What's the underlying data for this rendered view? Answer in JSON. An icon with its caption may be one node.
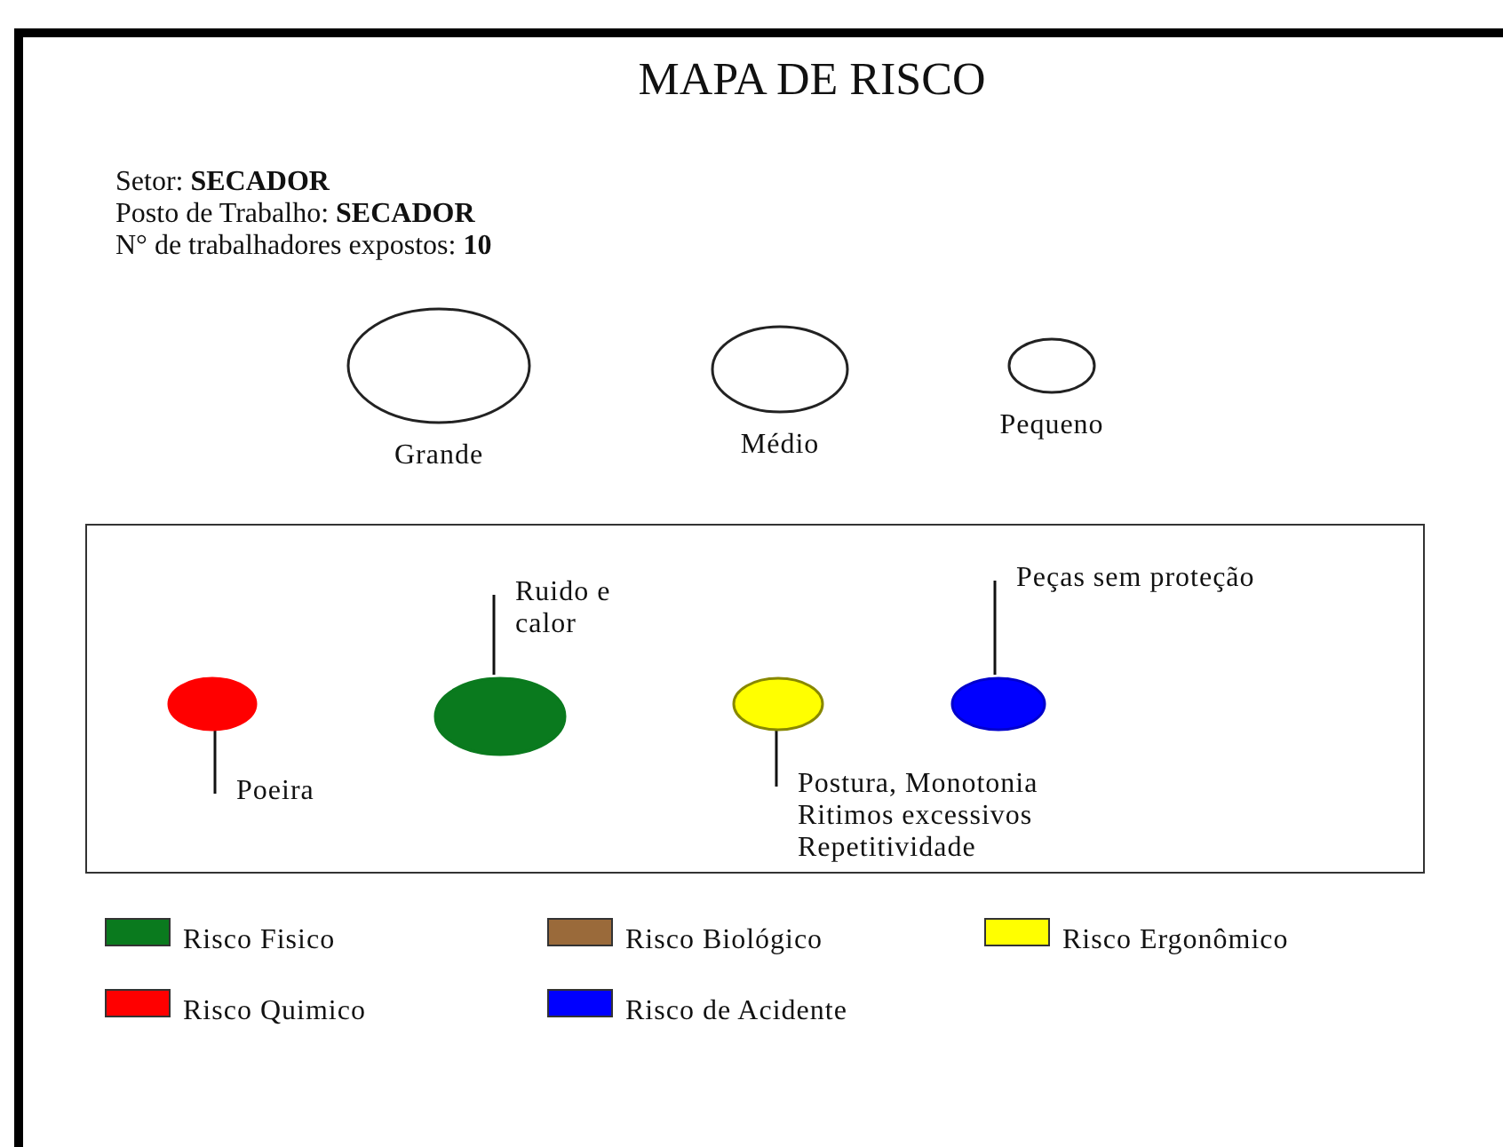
{
  "diagram": {
    "title": "MAPA DE RISCO",
    "nodes": [
      {
        "text": [],
        "shape": "circle",
        "beside": [
          "Grande"
        ]
      },
      {
        "text": [],
        "shape": "circle",
        "beside": [
          "Médio"
        ]
      },
      {
        "text": [],
        "shape": "circle",
        "beside": [
          "Pequeno"
        ]
      },
      {
        "text": [],
        "shape": "box"
      },
      {
        "text": [
          "Ruido e calor"
        ],
        "in": 3
      },
      {
        "text": [
          "Peças sem proteção"
        ],
        "in": 3
      },
      {
        "text": [],
        "shape": "circle",
        "in": 3
      },
      {
        "text": [],
        "shape": "circle",
        "in": 3
      },
      {
        "text": [],
        "shape": "circle",
        "in": 3
      },
      {
        "text": [],
        "shape": "circle",
        "in": 3
      },
      {
        "text": [
          "Poeira"
        ],
        "in": 3
      },
      {
        "text": [
          "Postura, Monotonia Ritimos excessivos Repetitividade"
        ],
        "in": 3
      }
    ],
    "edges": [
      {
        "from": 10,
        "to": 6,
        "arrow": "none"
      },
      {
        "from": 4,
        "to": 7,
        "arrow": "none"
      },
      {
        "from": 11,
        "to": 8,
        "arrow": "none"
      },
      {
        "from": 5,
        "to": 9,
        "arrow": "none"
      }
    ],
    "labels": [
      "Setor: **SECADOR**",
      "Posto de Trabalho: **SECADOR**",
      "N° de trabalhadores expostos: **10**"
    ],
    "legend": [
      {
        "text": "Risco Fisico",
        "color": "#0a7a1e"
      },
      {
        "text": "Risco Biológico",
        "color": "#9a6a3a"
      },
      {
        "text": "Risco Ergonômico",
        "color": "#ffff00"
      },
      {
        "text": "Risco Quimico",
        "color": "#ff0000"
      },
      {
        "text": "Risco de Acidente",
        "color": "#0000ff"
      }
    ]
  }
}
